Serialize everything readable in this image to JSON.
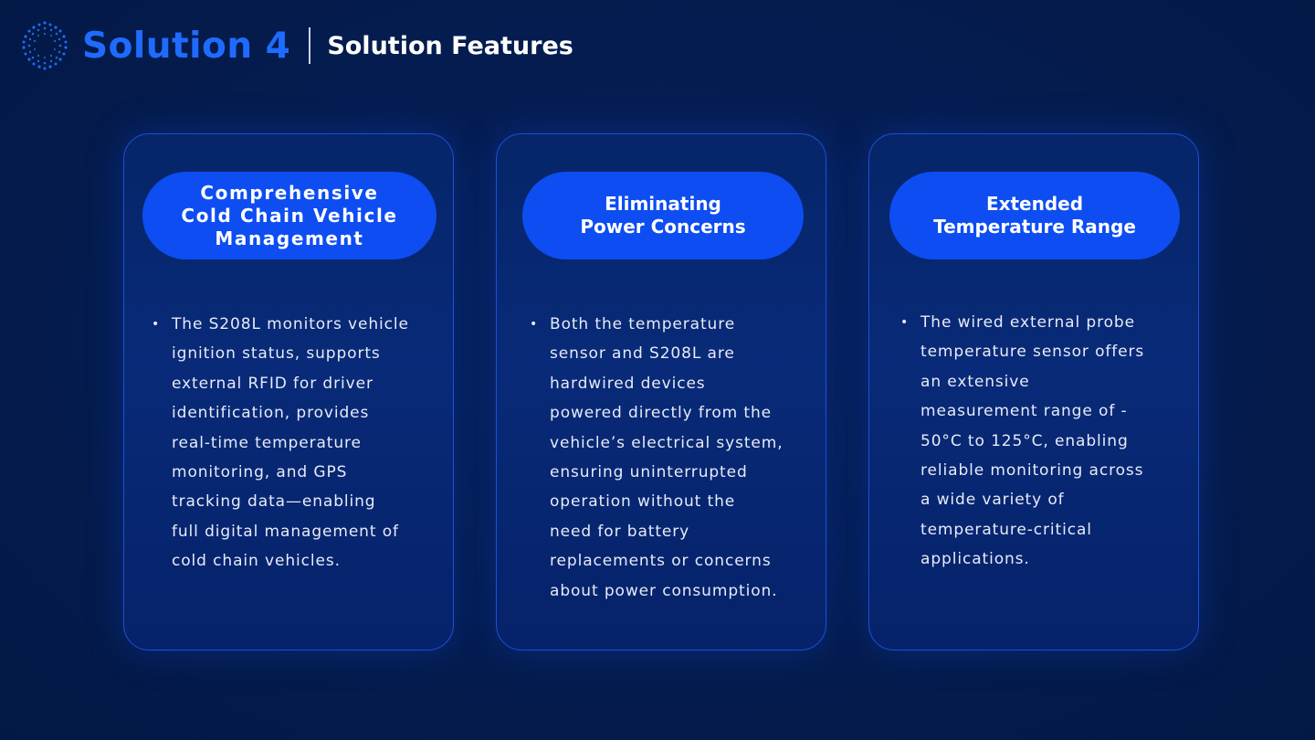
{
  "header": {
    "title": "Solution 4",
    "subtitle": "Solution Features",
    "logo_icon": "dotted-hexagon-logo-icon"
  },
  "colors": {
    "background": "#031a4a",
    "accent": "#1f6bff",
    "pill": "#0d4df2",
    "card_border": "#1d4fd8",
    "text": "#ffffff"
  },
  "cards": [
    {
      "heading": "Comprehensive\nCold Chain Vehicle\nManagement",
      "bullet": "•",
      "text": "The S208L monitors vehicle\nignition status, supports\nexternal RFID for driver\nidentification, provides\nreal-time temperature\nmonitoring, and GPS\ntracking data—enabling\nfull digital management of\ncold chain vehicles."
    },
    {
      "heading": "Eliminating\nPower Concerns",
      "bullet": "•",
      "text": "Both the temperature\nsensor and S208L are\nhardwired devices\npowered directly from the\nvehicle’s electrical system,\nensuring uninterrupted\noperation without the\nneed for battery\nreplacements or concerns\nabout power consumption."
    },
    {
      "heading": "Extended\nTemperature Range",
      "bullet": "•",
      "text": "The wired external probe\ntemperature sensor offers\nan extensive\nmeasurement range of -\n50°C to 125°C, enabling\nreliable monitoring across\na wide variety of\ntemperature-critical\napplications."
    }
  ]
}
